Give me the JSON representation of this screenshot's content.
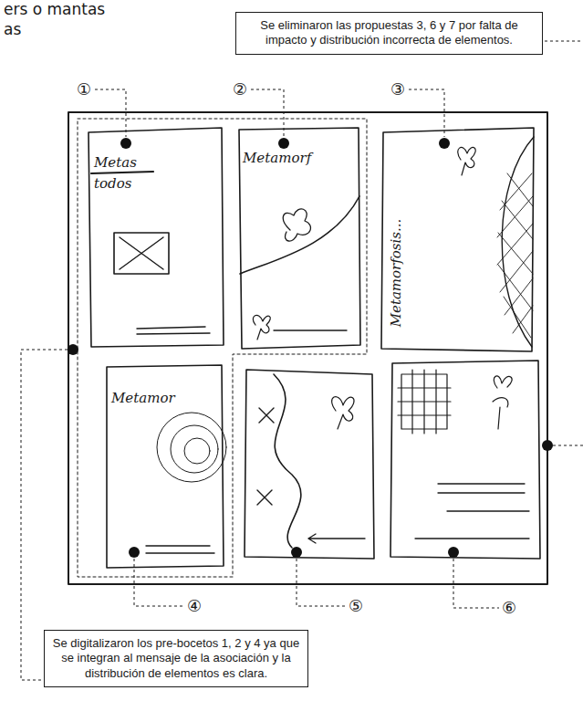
{
  "diagram": {
    "nodes": [
      {
        "text": [
          "Se eliminaron las propuestas 3, 6 y 7 por falta de impacto y distribución incorrecta de elementos."
        ]
      },
      {
        "text": [
          "Se digitalizaron los pre-bocetos 1, 2 y 4 ya que se integran al mensaje de la asociación y la distribución de elementos es clara."
        ]
      }
    ],
    "labels": [
      "ers o mantas",
      "as",
      "①",
      "②",
      "③",
      "Metas",
      "todos",
      "Metamorf",
      "Metamorfosis...",
      "Metamor",
      "④",
      "⑤",
      "⑥"
    ]
  }
}
